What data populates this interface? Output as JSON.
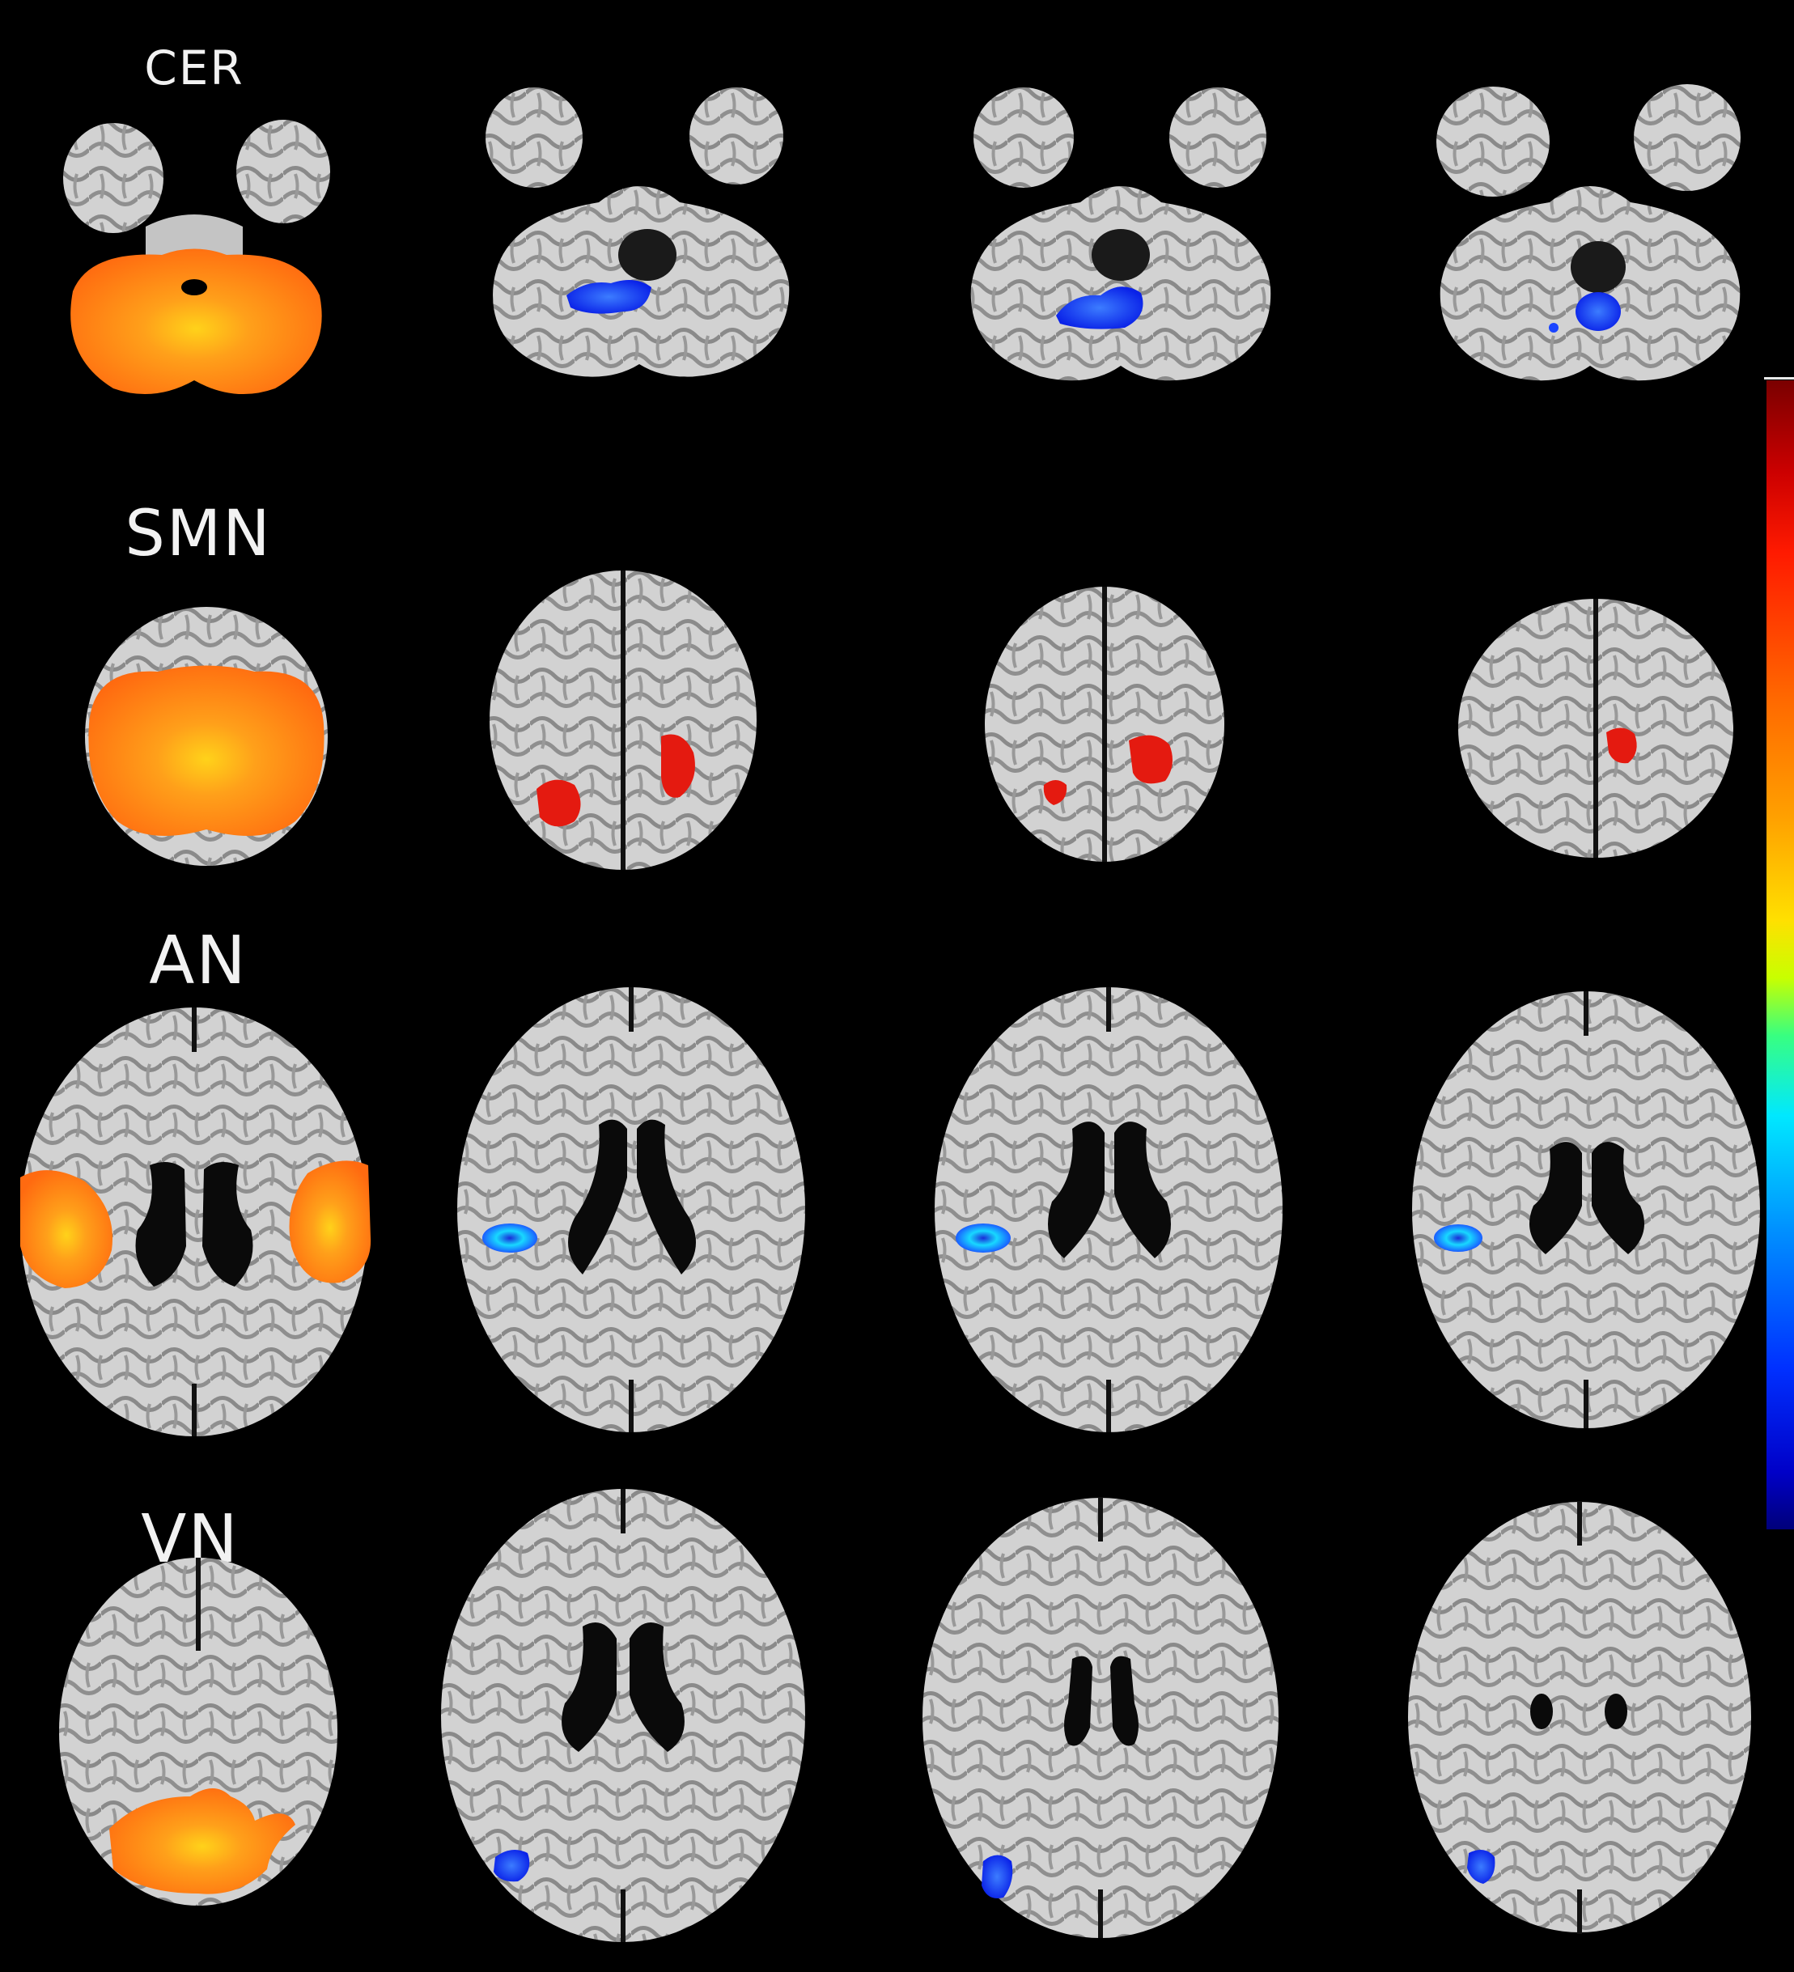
{
  "figure": {
    "rows": [
      {
        "id": "cer",
        "label": "CER",
        "view": "cerebellum",
        "network_color": "orange",
        "change_color": "blue"
      },
      {
        "id": "smn",
        "label": "SMN",
        "view": "superior",
        "network_color": "orange",
        "change_color": "red"
      },
      {
        "id": "an",
        "label": "AN",
        "view": "ventricle",
        "network_color": "orange",
        "change_color": "cyan-blue"
      },
      {
        "id": "vn",
        "label": "VN",
        "view": "ventricle",
        "network_color": "orange",
        "change_color": "blue"
      }
    ],
    "colors": {
      "background": "#000000",
      "brain_tissue": "#cfcfcf",
      "network_map": "#ff8a1a",
      "increase": "#e41a10",
      "decrease": "#1a3cff",
      "peak": "#ffe84a"
    },
    "colorbar": {
      "orientation": "vertical",
      "top_color": "#7a0000",
      "bottom_color": "#00007a"
    }
  }
}
